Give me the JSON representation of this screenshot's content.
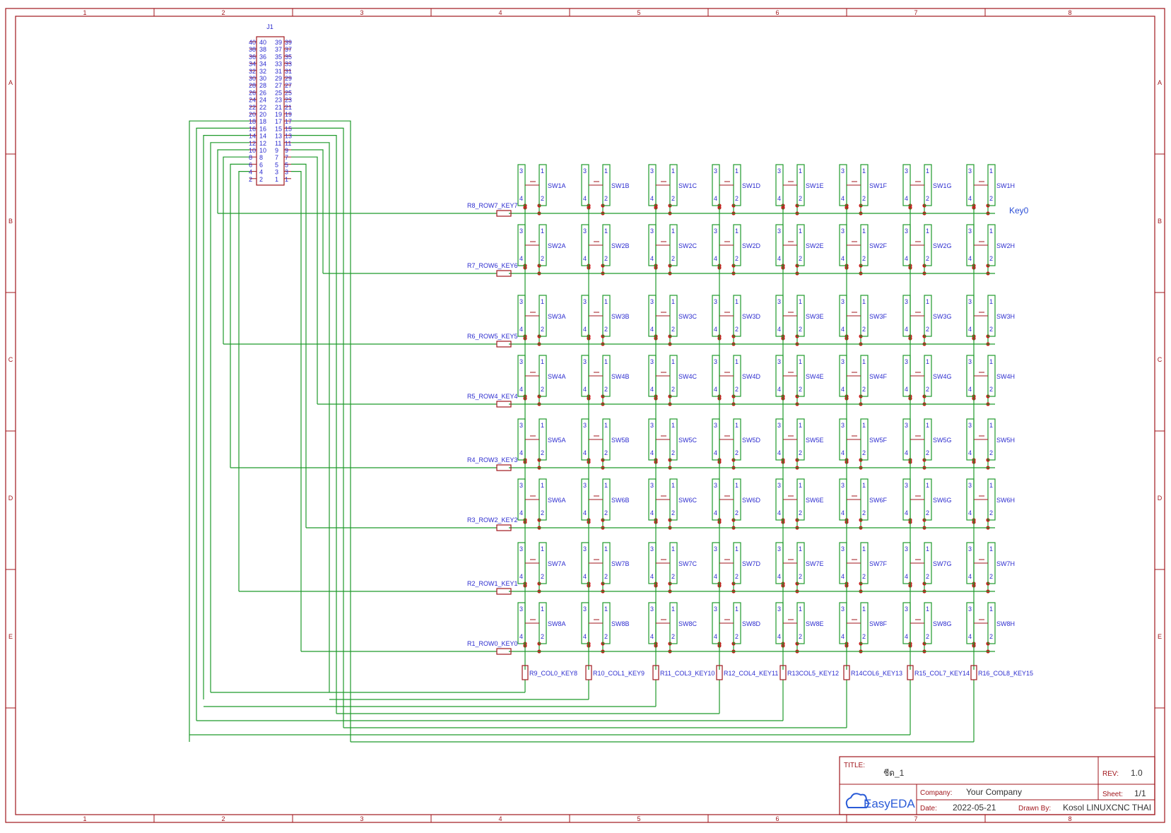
{
  "frame": {
    "columns": [
      "1",
      "2",
      "3",
      "4",
      "5",
      "6",
      "7",
      "8"
    ],
    "rows": [
      "A",
      "B",
      "C",
      "D",
      "E"
    ]
  },
  "connector": {
    "ref": "J1",
    "left_pins": [
      "40",
      "38",
      "36",
      "34",
      "32",
      "30",
      "28",
      "26",
      "24",
      "22",
      "20",
      "18",
      "16",
      "14",
      "12",
      "10",
      "8",
      "6",
      "4",
      "2"
    ],
    "right_pins": [
      "39",
      "37",
      "35",
      "33",
      "31",
      "29",
      "27",
      "25",
      "23",
      "21",
      "19",
      "17",
      "15",
      "13",
      "11",
      "9",
      "7",
      "5",
      "3",
      "1"
    ]
  },
  "matrix": {
    "columns": [
      "A",
      "B",
      "C",
      "D",
      "E",
      "F",
      "G",
      "H"
    ],
    "rows": [
      "1",
      "2",
      "3",
      "4",
      "5",
      "6",
      "7",
      "8"
    ],
    "switch_prefix": "SW",
    "pin_labels": {
      "top_left": "3",
      "top_right": "1",
      "bottom_left": "4",
      "bottom_right": "2"
    }
  },
  "row_resistors": [
    "R8_ROW7_KEY7",
    "R7_ROW6_KEY6",
    "R6_ROW5_KEY5",
    "R5_ROW4_KEY4",
    "R4_ROW3_KEY3",
    "R3_ROW2_KEY2",
    "R2_ROW1_KEY1",
    "R1_ROW0_KEY0"
  ],
  "col_resistors": [
    "R9_COL0_KEY8",
    "R10_COL1_KEY9",
    "R11_COL3_KEY10",
    "R12_COL4_KEY11",
    "R13COL5_KEY12",
    "R14COL6_KEY13",
    "R15_COL7_KEY14",
    "R16_COL8_KEY15"
  ],
  "net_label": "Key0",
  "title_block": {
    "title_label": "TITLE:",
    "title": "ชีด_1",
    "rev_label": "REV:",
    "rev": "1.0",
    "company_label": "Company:",
    "company": "Your Company",
    "sheet_label": "Sheet:",
    "sheet": "1/1",
    "date_label": "Date:",
    "date": "2022-05-21",
    "drawn_label": "Drawn By:",
    "drawn_by": "Kosol LINUXCNC THAI",
    "logo_text": "EasyEDA"
  },
  "colors": {
    "frame": "#a1171d",
    "wire": "#1f9a2b",
    "pin_text": "#2c2ccf",
    "junction": "#c81f1f",
    "part": "#a1171d",
    "net_label": "#2c4fd6"
  }
}
